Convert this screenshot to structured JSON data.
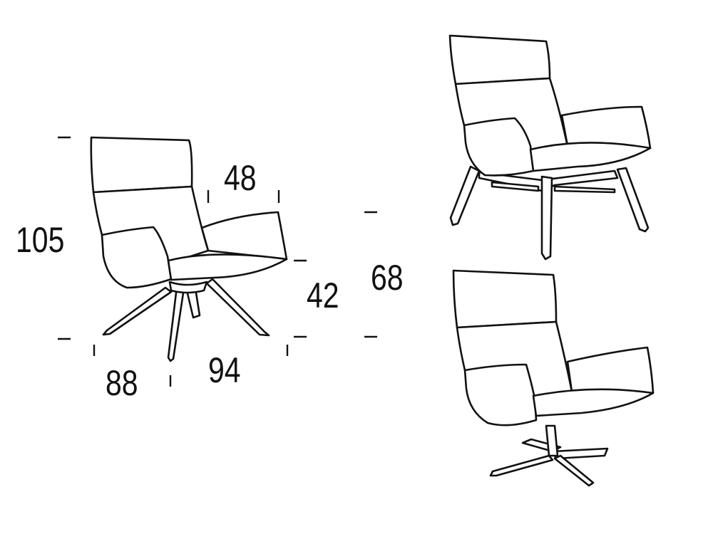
{
  "dimensions": {
    "height_total": "105",
    "armrest_depth": "48",
    "seat_height": "42",
    "arm_height": "68",
    "depth": "88",
    "width": "94"
  },
  "colors": {
    "line": "#111111",
    "background": "#ffffff"
  }
}
